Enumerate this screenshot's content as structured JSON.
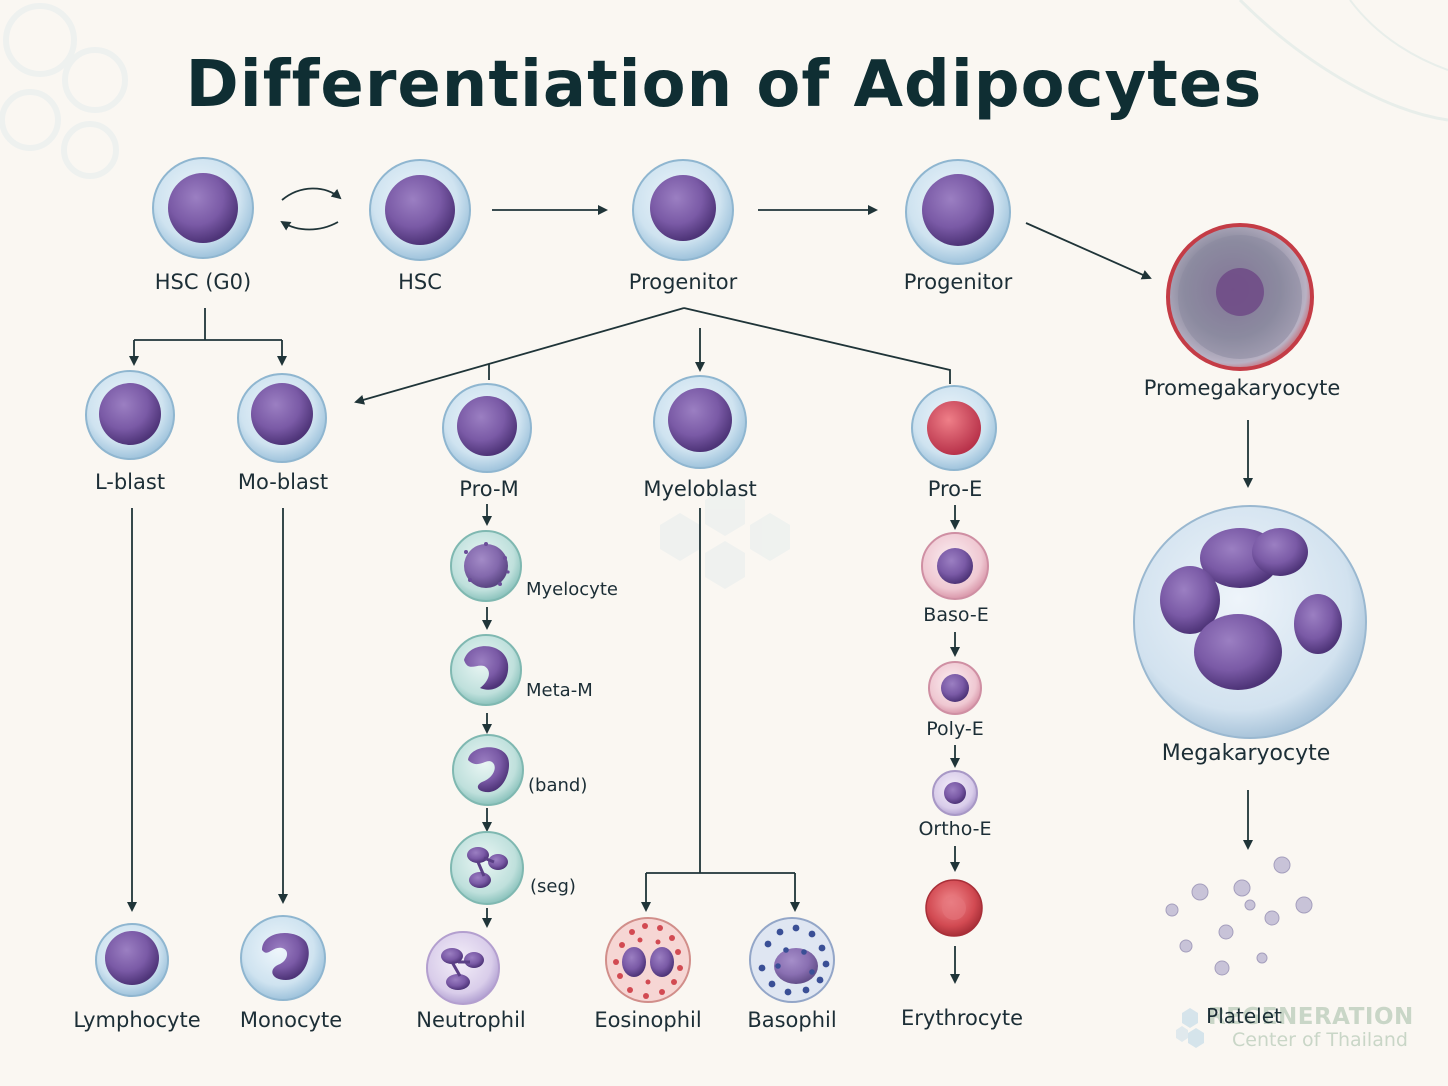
{
  "title": "Differentiation of Adipocytes",
  "labels": {
    "hsc_g0": "HSC (G0)",
    "hsc": "HSC",
    "progenitor_1": "Progenitor",
    "progenitor_2": "Progenitor",
    "promegakaryocyte": "Promegakaryocyte",
    "megakaryocyte": "Megakaryocyte",
    "platelet": "Platelet",
    "l_blast": "L-blast",
    "mo_blast": "Mo-blast",
    "pro_m": "Pro-M",
    "myeloblast": "Myeloblast",
    "pro_e": "Pro-E",
    "myelocyte": "Myelocyte",
    "meta_m": "Meta-M",
    "band": "(band)",
    "seg": "(seg)",
    "baso_e": "Baso-E",
    "poly_e": "Poly-E",
    "ortho_e": "Ortho-E",
    "lymphocyte": "Lymphocyte",
    "monocyte": "Monocyte",
    "neutrophil": "Neutrophil",
    "eosinophil": "Eosinophil",
    "basophil": "Basophil",
    "erythrocyte": "Erythrocyte"
  },
  "watermark": {
    "line1": "REGENERATION",
    "line2": "Center of Thailand"
  },
  "colors": {
    "title": "#0f2e33",
    "arrow": "#1f3438",
    "nucleus_purple": "#7a5aa6",
    "membrane_blue": "#bcd6e8",
    "erythro_red": "#d24a52",
    "background": "#faf7f2"
  }
}
